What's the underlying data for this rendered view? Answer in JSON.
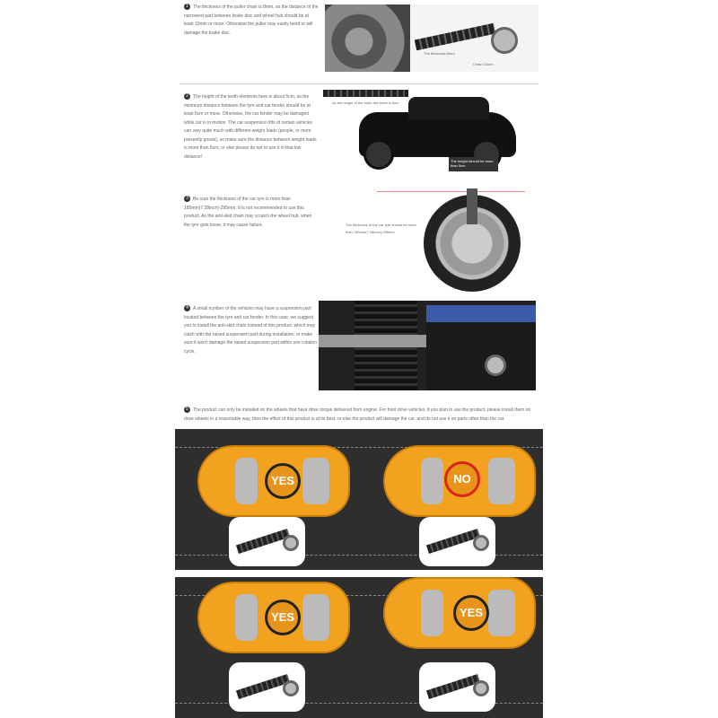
{
  "sections": [
    {
      "num": "1",
      "text": "The thickness of the puller chain is 8mm, so the distance of the narrowest part between brake disc and wheel hub should be at least 10mm or more. Otherwise the puller may easily bend or will damage the brake disc.",
      "labels": [
        "The thickness 8mm",
        "Chain 10mm"
      ]
    },
    {
      "num": "2",
      "text": "The height of the teeth elements here is about 5cm, so the minimum distance between the tyre and car fender should be at least 5cm or more. Otherwise, the car fender may be damaged while car is in motion. The car suspension lifts of certain vehicles can vary quite much with different weight loads (people, or more presently goods), so make sure the distance between weight loads is more than 5cm, or else please do not to use it in that low distance!",
      "labels": [
        "As the height of the tooth-like teeth is 5cm",
        "The height should be more than 5cm"
      ]
    },
    {
      "num": "3",
      "text": "Be sure the thickness of the car tyre is more than 185mm(7.28inch)-295mm. It is not recommended to use this product. As the anti-skid chain may scratch the wheel hub, when the tyre gets loose, it may cause failure.",
      "labels": [
        "The thickness of the car tyre should be more than 185mm(7.28inch)-295mm"
      ]
    },
    {
      "num": "4",
      "text": "A small number of the vehicles may have a suspension part located between the tyre and car fender. In this case, we suggest you to install the anti-skid chain instead of this product, which may clash with the raised suspension part during installation, or make sure it won't damage the raised suspension part within one rotation cycle.",
      "labels": []
    },
    {
      "num": "5",
      "text": "The product can only be installed on the wheels that have drive torque delivered from engine. For front drive vehicles, if you plan to use the product, please install them on drive wheels in a reasonable way, then the effect of this product is at its best, or else the product will damage the car, and do not use it on parts other than the car.",
      "labels": []
    }
  ],
  "panels": [
    {
      "badges": [
        "YES",
        "NO"
      ]
    },
    {
      "badges": [
        "YES",
        "YES"
      ]
    }
  ],
  "colors": {
    "car": "#f2a21e",
    "panel": "#2e2e2e",
    "no": "#d9261c"
  }
}
